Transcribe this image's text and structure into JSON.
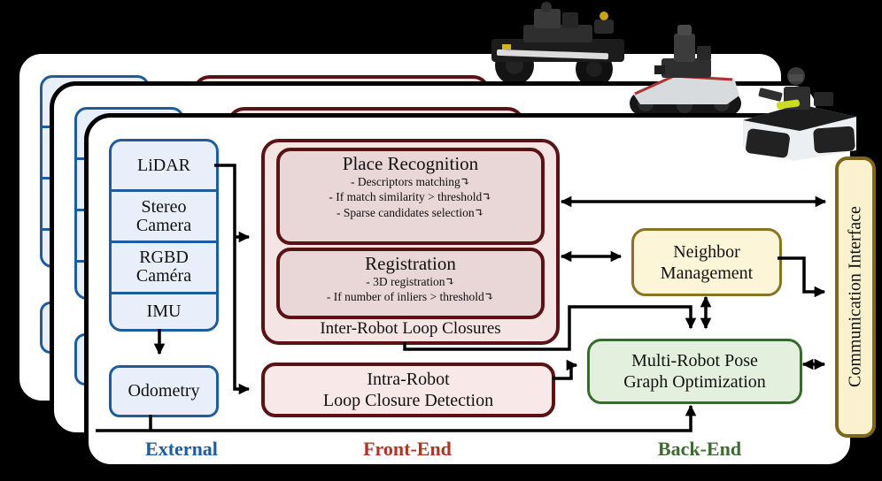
{
  "colors": {
    "background": "#000000",
    "card": "#ffffff",
    "sensor_fill": "#e8effa",
    "sensor_border": "#1e5c9e",
    "frontend_fill": "#f4e4e4",
    "frontend_inner_fill": "#e9d6d6",
    "frontend_border": "#5a1215",
    "neighbor_fill": "#fdf5d8",
    "neighbor_border": "#8a7124",
    "posegraph_fill": "#e2f0dd",
    "posegraph_border": "#376b2e",
    "comm_fill": "#fbf1cf",
    "comm_border": "#7c671d",
    "label_external": "#1d5c9c",
    "label_frontend": "#b03424",
    "label_backend": "#3c6b31"
  },
  "robot_photos": [
    "wheeled-robot-photo",
    "tracked-robot-photo",
    "tracked-robot-photo-2"
  ],
  "sensors": {
    "items": [
      {
        "label": "LiDAR"
      },
      {
        "label": "Stereo Camera"
      },
      {
        "label": "RGBD Caméra"
      },
      {
        "label": "IMU"
      }
    ]
  },
  "odometry": {
    "label": "Odometry"
  },
  "front_end": {
    "inter_robot": {
      "label": "Inter-Robot Loop Closures",
      "place_recognition": {
        "title": "Place Recognition",
        "bullets": [
          "- Descriptors matching↴",
          "- If match similarity > threshold↴",
          "- Sparse candidates selection↴"
        ]
      },
      "registration": {
        "title": "Registration",
        "bullets": [
          "- 3D registration↴",
          "- If number of inliers > threshold↴"
        ]
      }
    },
    "intra_robot": {
      "line1": "Intra-Robot",
      "line2": "Loop Closure Detection"
    }
  },
  "back_end": {
    "neighbor_management": {
      "line1": "Neighbor",
      "line2": "Management"
    },
    "pose_graph": {
      "line1": "Multi-Robot Pose",
      "line2": "Graph Optimization"
    }
  },
  "communication_interface": {
    "label": "Communication Interface"
  },
  "section_labels": {
    "external": "External",
    "front_end": "Front-End",
    "back_end": "Back-End"
  }
}
